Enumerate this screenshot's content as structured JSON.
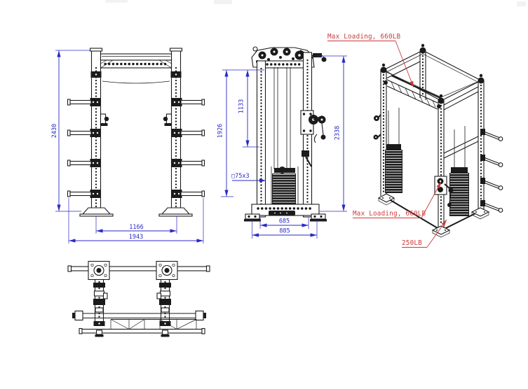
{
  "colors": {
    "background": "#ffffff",
    "ink": "#1b1b1b",
    "dimension_blue": "#2a2ac4",
    "annotation_red": "#cc3a3a"
  },
  "dimensions": {
    "overall_height": "2430",
    "inner_width": "1166",
    "overall_width": "1943",
    "upper_inner_height": "1133",
    "column_height": "1926",
    "total_height": "2338",
    "base_inner_depth": "685",
    "base_overall_depth": "885",
    "tube_section": "□75x3"
  },
  "annotations": {
    "max_loading_top": "Max Loading, 660LB",
    "max_loading_side": "Max Loading, 660LB",
    "weight_stack_capacity": "250LB"
  }
}
